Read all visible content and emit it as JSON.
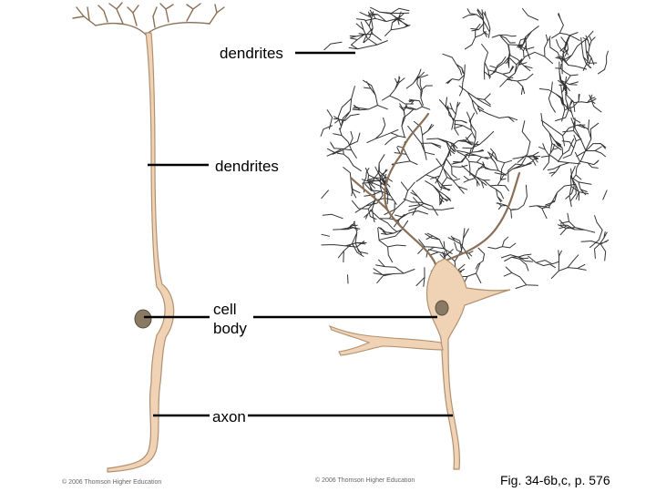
{
  "labels": {
    "dendrites_top": "dendrites",
    "dendrites_mid": "dendrites",
    "cell_body_line1": "cell",
    "cell_body_line2": "body",
    "axon": "axon"
  },
  "copyright_left": "© 2006 Thomson Higher Education",
  "copyright_right": "© 2006 Thomson Higher Education",
  "figure_caption": "Fig. 34-6b,c, p. 576",
  "colors": {
    "neuron_fill": "#efd3b4",
    "neuron_outline": "#b09070",
    "nucleus_fill": "#8a7a64",
    "branch": "#333333",
    "leader": "#000000"
  }
}
